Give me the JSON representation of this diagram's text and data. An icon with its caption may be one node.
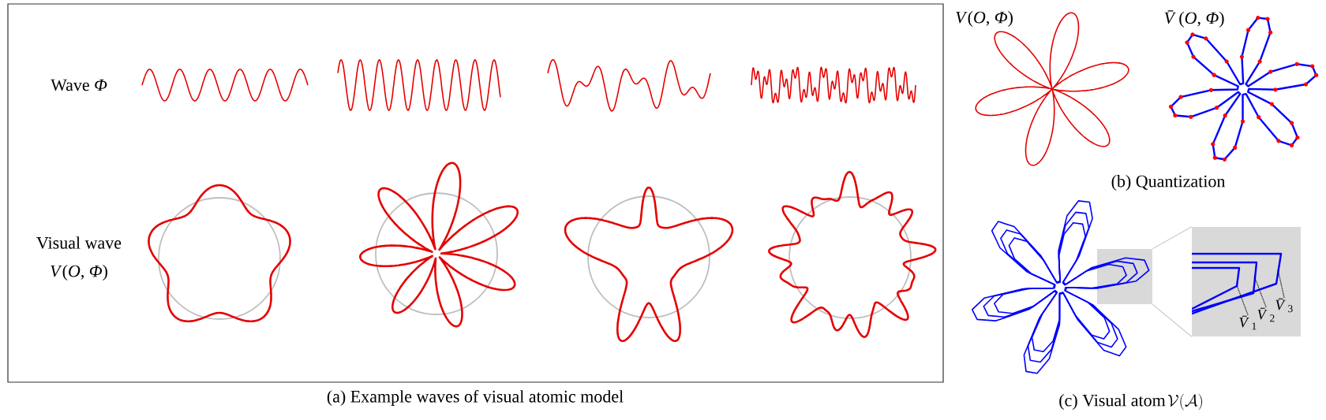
{
  "diagram": {
    "nodes": [
      {
        "text": [],
        "shape": "box"
      },
      {
        "text": [],
        "shape": "box"
      },
      {
        "text": [
          "*V̄*$_{1}$"
        ],
        "in": 1
      },
      {
        "text": [
          "*V̄*$_{2}$"
        ],
        "in": 1
      },
      {
        "text": [
          "*V̄*$_{3}$"
        ],
        "in": 1
      }
    ],
    "edges": [
      {
        "from": 0,
        "to": 1,
        "arrow": "none",
        "color": "#cccccc"
      },
      {
        "from": 0,
        "to": 1,
        "arrow": "none",
        "color": "#cccccc"
      },
      {
        "from": 2,
        "to": null,
        "arrow": "none",
        "style": "dashed"
      },
      {
        "from": 3,
        "to": null,
        "arrow": "none",
        "style": "dashed"
      },
      {
        "from": 4,
        "to": null,
        "arrow": "none",
        "style": "dashed"
      }
    ],
    "labels": [
      "Wave *Φ*",
      "Visual wave",
      "*V*(*O*, *Φ*)",
      "(a) Example waves of visual atomic model",
      "*V*(*O*, *Φ*)",
      "*V̄*(*O*, *Φ*)",
      "(b) Quantization",
      "(c) Visual atom",
      "\\mathcal{V}(\\mathcal{A})"
    ]
  }
}
